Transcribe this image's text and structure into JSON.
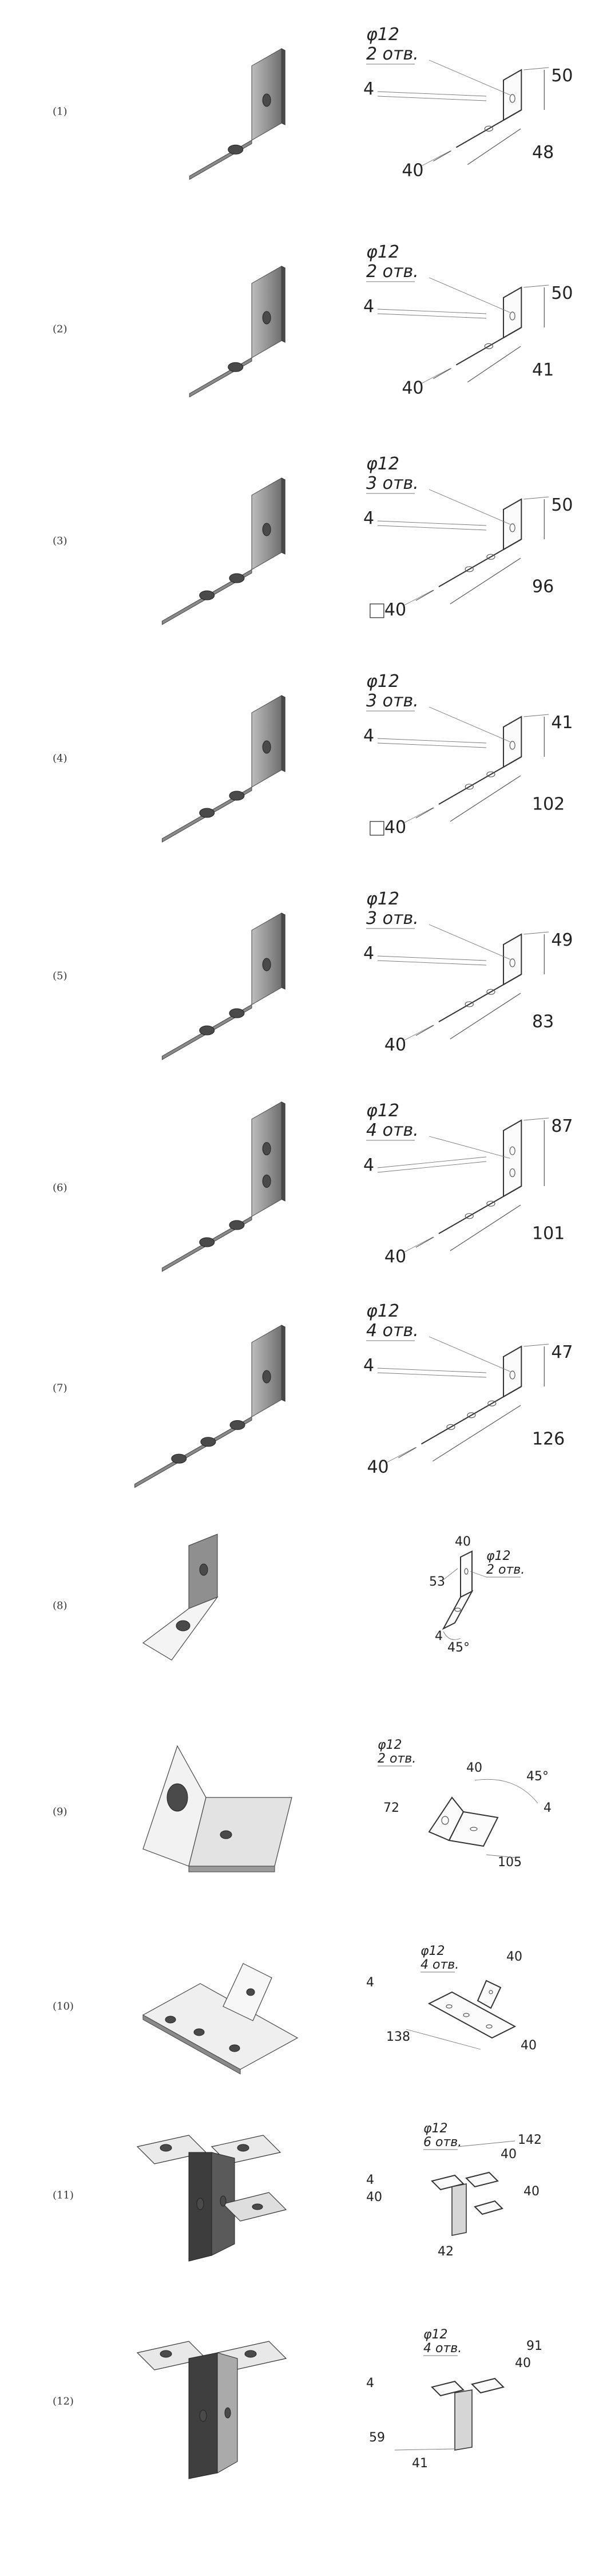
{
  "colors": {
    "metal_light": "#ececec",
    "metal_mid": "#bdbdbd",
    "metal_dark": "#6f6f6f",
    "hole": "#4a4a4a",
    "line": "#555555"
  },
  "items": [
    {
      "label": "(1)",
      "kind": "L",
      "holes_h": 1,
      "holes_v": 1,
      "hole_note": "φ12",
      "hole_count": "2 отв.",
      "thickness": "4",
      "dims": [
        "50",
        "40",
        "48"
      ],
      "square": false
    },
    {
      "label": "(2)",
      "kind": "L",
      "holes_h": 1,
      "holes_v": 1,
      "hole_note": "φ12",
      "hole_count": "2 отв.",
      "thickness": "4",
      "dims": [
        "50",
        "40",
        "41"
      ],
      "square": false
    },
    {
      "label": "(3)",
      "kind": "L",
      "holes_h": 2,
      "holes_v": 1,
      "hole_note": "φ12",
      "hole_count": "3 отв.",
      "thickness": "4",
      "dims": [
        "50",
        "40",
        "96"
      ],
      "square": true
    },
    {
      "label": "(4)",
      "kind": "L",
      "holes_h": 2,
      "holes_v": 1,
      "hole_note": "φ12",
      "hole_count": "3 отв.",
      "thickness": "4",
      "dims": [
        "41",
        "40",
        "102"
      ],
      "square": true
    },
    {
      "label": "(5)",
      "kind": "L",
      "holes_h": 2,
      "holes_v": 1,
      "hole_note": "φ12",
      "hole_count": "3 отв.",
      "thickness": "4",
      "dims": [
        "49",
        "40",
        "83"
      ],
      "square": false
    },
    {
      "label": "(6)",
      "kind": "L",
      "holes_h": 2,
      "holes_v": 2,
      "hole_note": "φ12",
      "hole_count": "4 отв.",
      "thickness": "4",
      "dims": [
        "87",
        "40",
        "101"
      ],
      "square": false
    },
    {
      "label": "(7)",
      "kind": "L",
      "holes_h": 3,
      "holes_v": 1,
      "hole_note": "φ12",
      "hole_count": "4 отв.",
      "thickness": "4",
      "dims": [
        "47",
        "40",
        "126"
      ],
      "square": false
    },
    {
      "label": "(8)",
      "kind": "A45",
      "hole_note": "φ12",
      "hole_count": "2 отв.",
      "thickness": "4",
      "dims": [
        "40",
        "53",
        "45°"
      ]
    },
    {
      "label": "(9)",
      "kind": "A45W",
      "hole_note": "φ12",
      "hole_count": "2 отв.",
      "thickness": "4",
      "dims": [
        "72",
        "40",
        "45°",
        "105"
      ]
    },
    {
      "label": "(10)",
      "kind": "T",
      "hole_note": "φ12",
      "hole_count": "4 отв.",
      "thickness": "4",
      "dims": [
        "40",
        "138",
        "40"
      ]
    },
    {
      "label": "(11)",
      "kind": "DOUBLE",
      "hole_note": "φ12",
      "hole_count": "6 отв.",
      "thickness": "4",
      "dims": [
        "142",
        "40",
        "40",
        "42"
      ]
    },
    {
      "label": "(12)",
      "kind": "Z",
      "hole_note": "φ12",
      "hole_count": "4 отв.",
      "thickness": "4",
      "dims": [
        "91",
        "40",
        "59",
        "41"
      ]
    }
  ]
}
